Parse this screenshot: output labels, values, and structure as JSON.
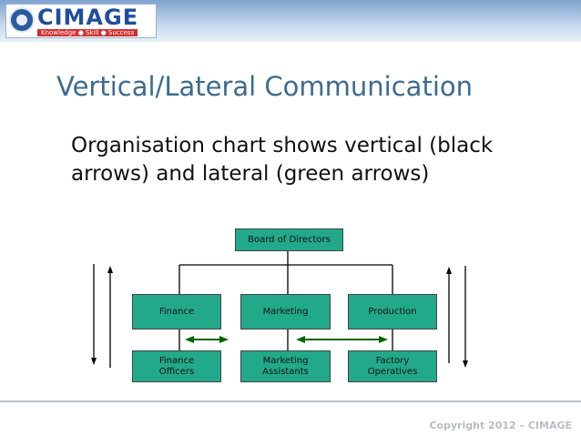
{
  "logo": {
    "name": "CIMAGE",
    "tagline": "Knowledge ● Skill ● Success"
  },
  "slide": {
    "title": "Vertical/Lateral Communication",
    "body": "Organisation chart shows vertical (black arrows) and lateral (green arrows)"
  },
  "org_chart": {
    "top": "Board of Directors",
    "departments": [
      "Finance",
      "Marketing",
      "Production"
    ],
    "teams": [
      "Finance\nOfficers",
      "Marketing\nAssistants",
      "Factory\nOperatives"
    ],
    "box_color": "#22a98a",
    "vertical_arrow_color": "#000000",
    "lateral_arrow_color": "#006400"
  },
  "footer": {
    "copyright": "Copyright 2012 – CIMAGE"
  }
}
